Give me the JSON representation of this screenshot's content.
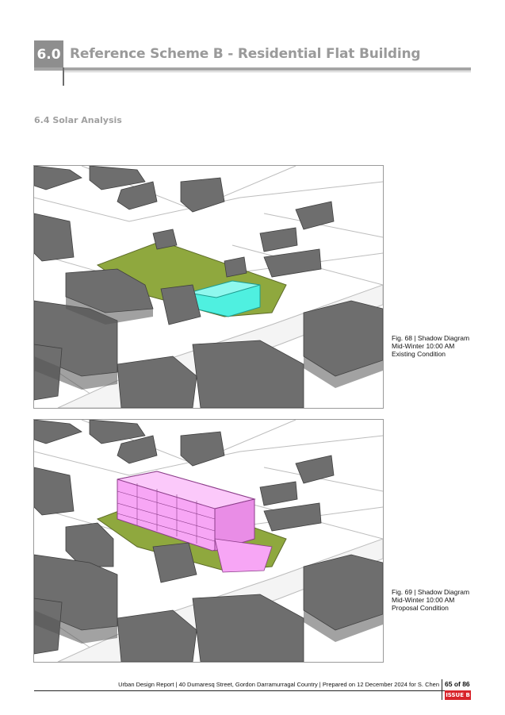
{
  "header": {
    "section_number": "6.0",
    "section_title": "Reference Scheme B - Residential Flat Building",
    "subsection": "6.4 Solar Analysis"
  },
  "figures": [
    {
      "caption": [
        "Fig. 68 | Shadow Diagram",
        "Mid-Winter 10:00 AM",
        "Existing Condition"
      ],
      "highlight_color": "#4ff0e0"
    },
    {
      "caption": [
        "Fig. 69 | Shadow Diagram",
        "Mid-Winter 10:00 AM",
        "Proposal Condition"
      ],
      "highlight_color": "#f7a6f5"
    }
  ],
  "footer": {
    "text": "Urban Design Report  |  40 Dumaresq Street, Gordon Darramurragal Country  |  Prepared on 12 December 2024 for S. Chen",
    "page": "65 of 86",
    "issue": "ISSUE B"
  },
  "colors": {
    "site": "#8fa83e",
    "building": "#6e6e6e",
    "building_dark": "#555555",
    "accent_issue": "#d8242b"
  }
}
